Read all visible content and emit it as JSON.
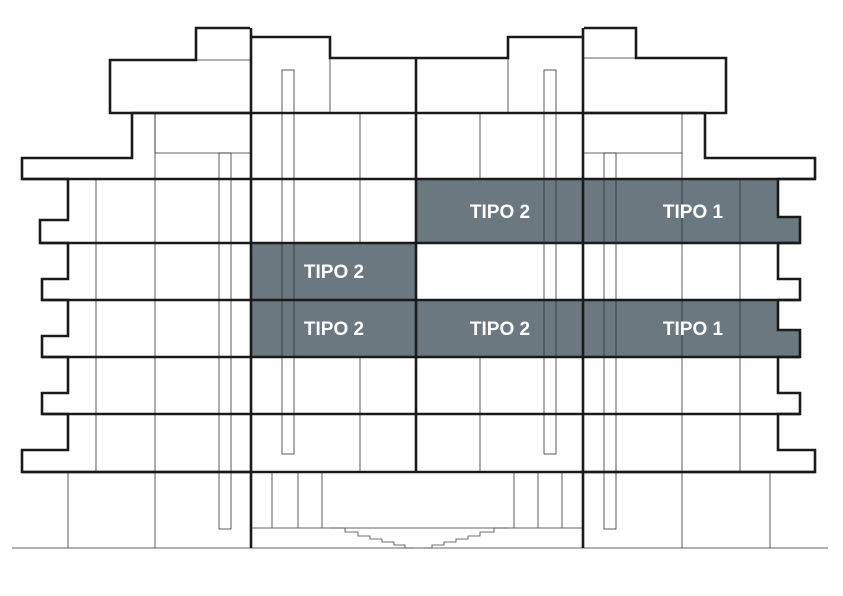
{
  "colors": {
    "highlight": "#6b7880",
    "line": "#1a1a1a",
    "label_text": "#ffffff"
  },
  "units": [
    {
      "label": "TIPO 2"
    },
    {
      "label": "TIPO 1"
    },
    {
      "label": "TIPO 2"
    },
    {
      "label": "TIPO 2"
    },
    {
      "label": "TIPO 2"
    },
    {
      "label": "TIPO 1"
    }
  ]
}
